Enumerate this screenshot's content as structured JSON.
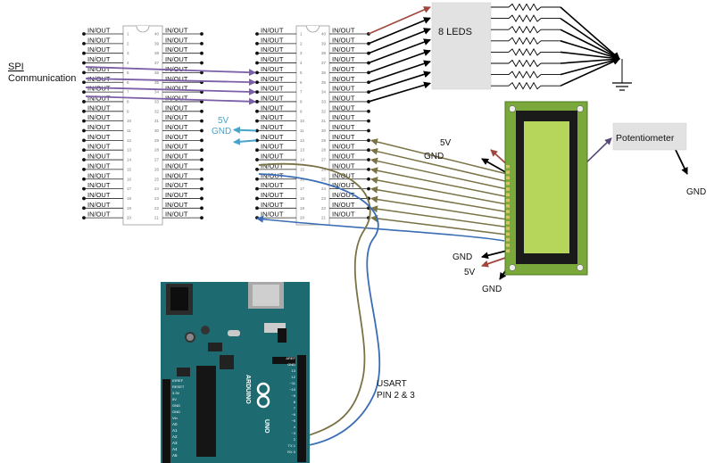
{
  "pin_label": "IN/OUT",
  "left_pin_numbers": [
    "1",
    "2",
    "3",
    "4",
    "5",
    "6",
    "7",
    "8",
    "9",
    "10",
    "11",
    "12",
    "13",
    "14",
    "15",
    "16",
    "17",
    "18",
    "19",
    "20"
  ],
  "right_pin_numbers": [
    "40",
    "39",
    "38",
    "37",
    "36",
    "35",
    "34",
    "33",
    "32",
    "31",
    "30",
    "29",
    "28",
    "27",
    "26",
    "25",
    "24",
    "23",
    "22",
    "21"
  ],
  "labels": {
    "spi": "SPI",
    "spi_line2": "Communication",
    "power_5v": "5V",
    "power_gnd": "GND",
    "leds": "8 LEDS",
    "potentiometer": "Potentiometer",
    "lcd_5v": "5V",
    "lcd_gnd": "GND",
    "pot_gnd": "GND",
    "lower_gnd1": "GND",
    "lower_5v": "5V",
    "lower_gnd2": "GND",
    "usart": "USART",
    "usart_pins": "PIN 2 & 3"
  },
  "board": {
    "name": "UNO",
    "brand": "ARDUINO",
    "header_labels": [
      "AREF",
      "GND",
      "13",
      "12",
      "~11",
      "~10",
      "~9",
      "8",
      "7",
      "~6",
      "~5",
      "4",
      "~3",
      "2",
      "TX 1",
      "RX 0"
    ],
    "power_labels": [
      "IOREF",
      "RESET",
      "3.3V",
      "5V",
      "GND",
      "GND",
      "Vin"
    ],
    "analog_labels": [
      "A0",
      "A1",
      "A2",
      "A3",
      "A4",
      "A5"
    ]
  },
  "colors": {
    "spi_wire": "#7b5fa8",
    "power_wire": "#4aa3c9",
    "red_wire": "#a0463c",
    "lcd_wire": "#7a7346",
    "usart_blue": "#3a6db5",
    "board": "#1d6a70",
    "lcd_screen": "#b5d65a",
    "lcd_pcb": "#7aa83a",
    "gray_box": "#e2e2e2"
  }
}
